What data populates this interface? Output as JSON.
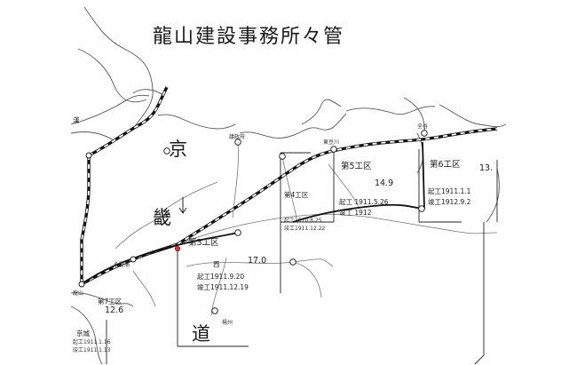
{
  "title": "龍山建設事務所々管",
  "regions": {
    "kyoto": "京",
    "kinai": "畿",
    "do": "道"
  },
  "labels": {
    "sec3": "第3工区",
    "sec4": "第4工区",
    "sec5": "第5工区",
    "sec6": "第6工区",
    "sec7": "第7工区",
    "km_17_0": "17.0",
    "km_14_9": "14.9",
    "km_13": "13.",
    "km_12_6": "12.6",
    "sec3_start": "起工1911.9.20",
    "sec3_end": "竣工1911.12.19",
    "sec4_start": "起工1910.8.25",
    "sec4_end": "竣工1911.12.22",
    "sec5_start": "起工 1911.5.26",
    "sec5_end": "竣工 1912",
    "sec6_start": "起工1911.1.1",
    "sec6_end": "竣工1912.9.2",
    "sec7_start": "起工1911.1.16",
    "sec7_end": "竣工1911.1.13",
    "river": "漢",
    "seoul_area": "京城",
    "west": "西",
    "stn_a": "龍山",
    "stn_b": "永登浦",
    "stn_c": "議政府",
    "stn_d": "東豆川",
    "stn_e": "全谷",
    "stn_f": "楊州"
  }
}
